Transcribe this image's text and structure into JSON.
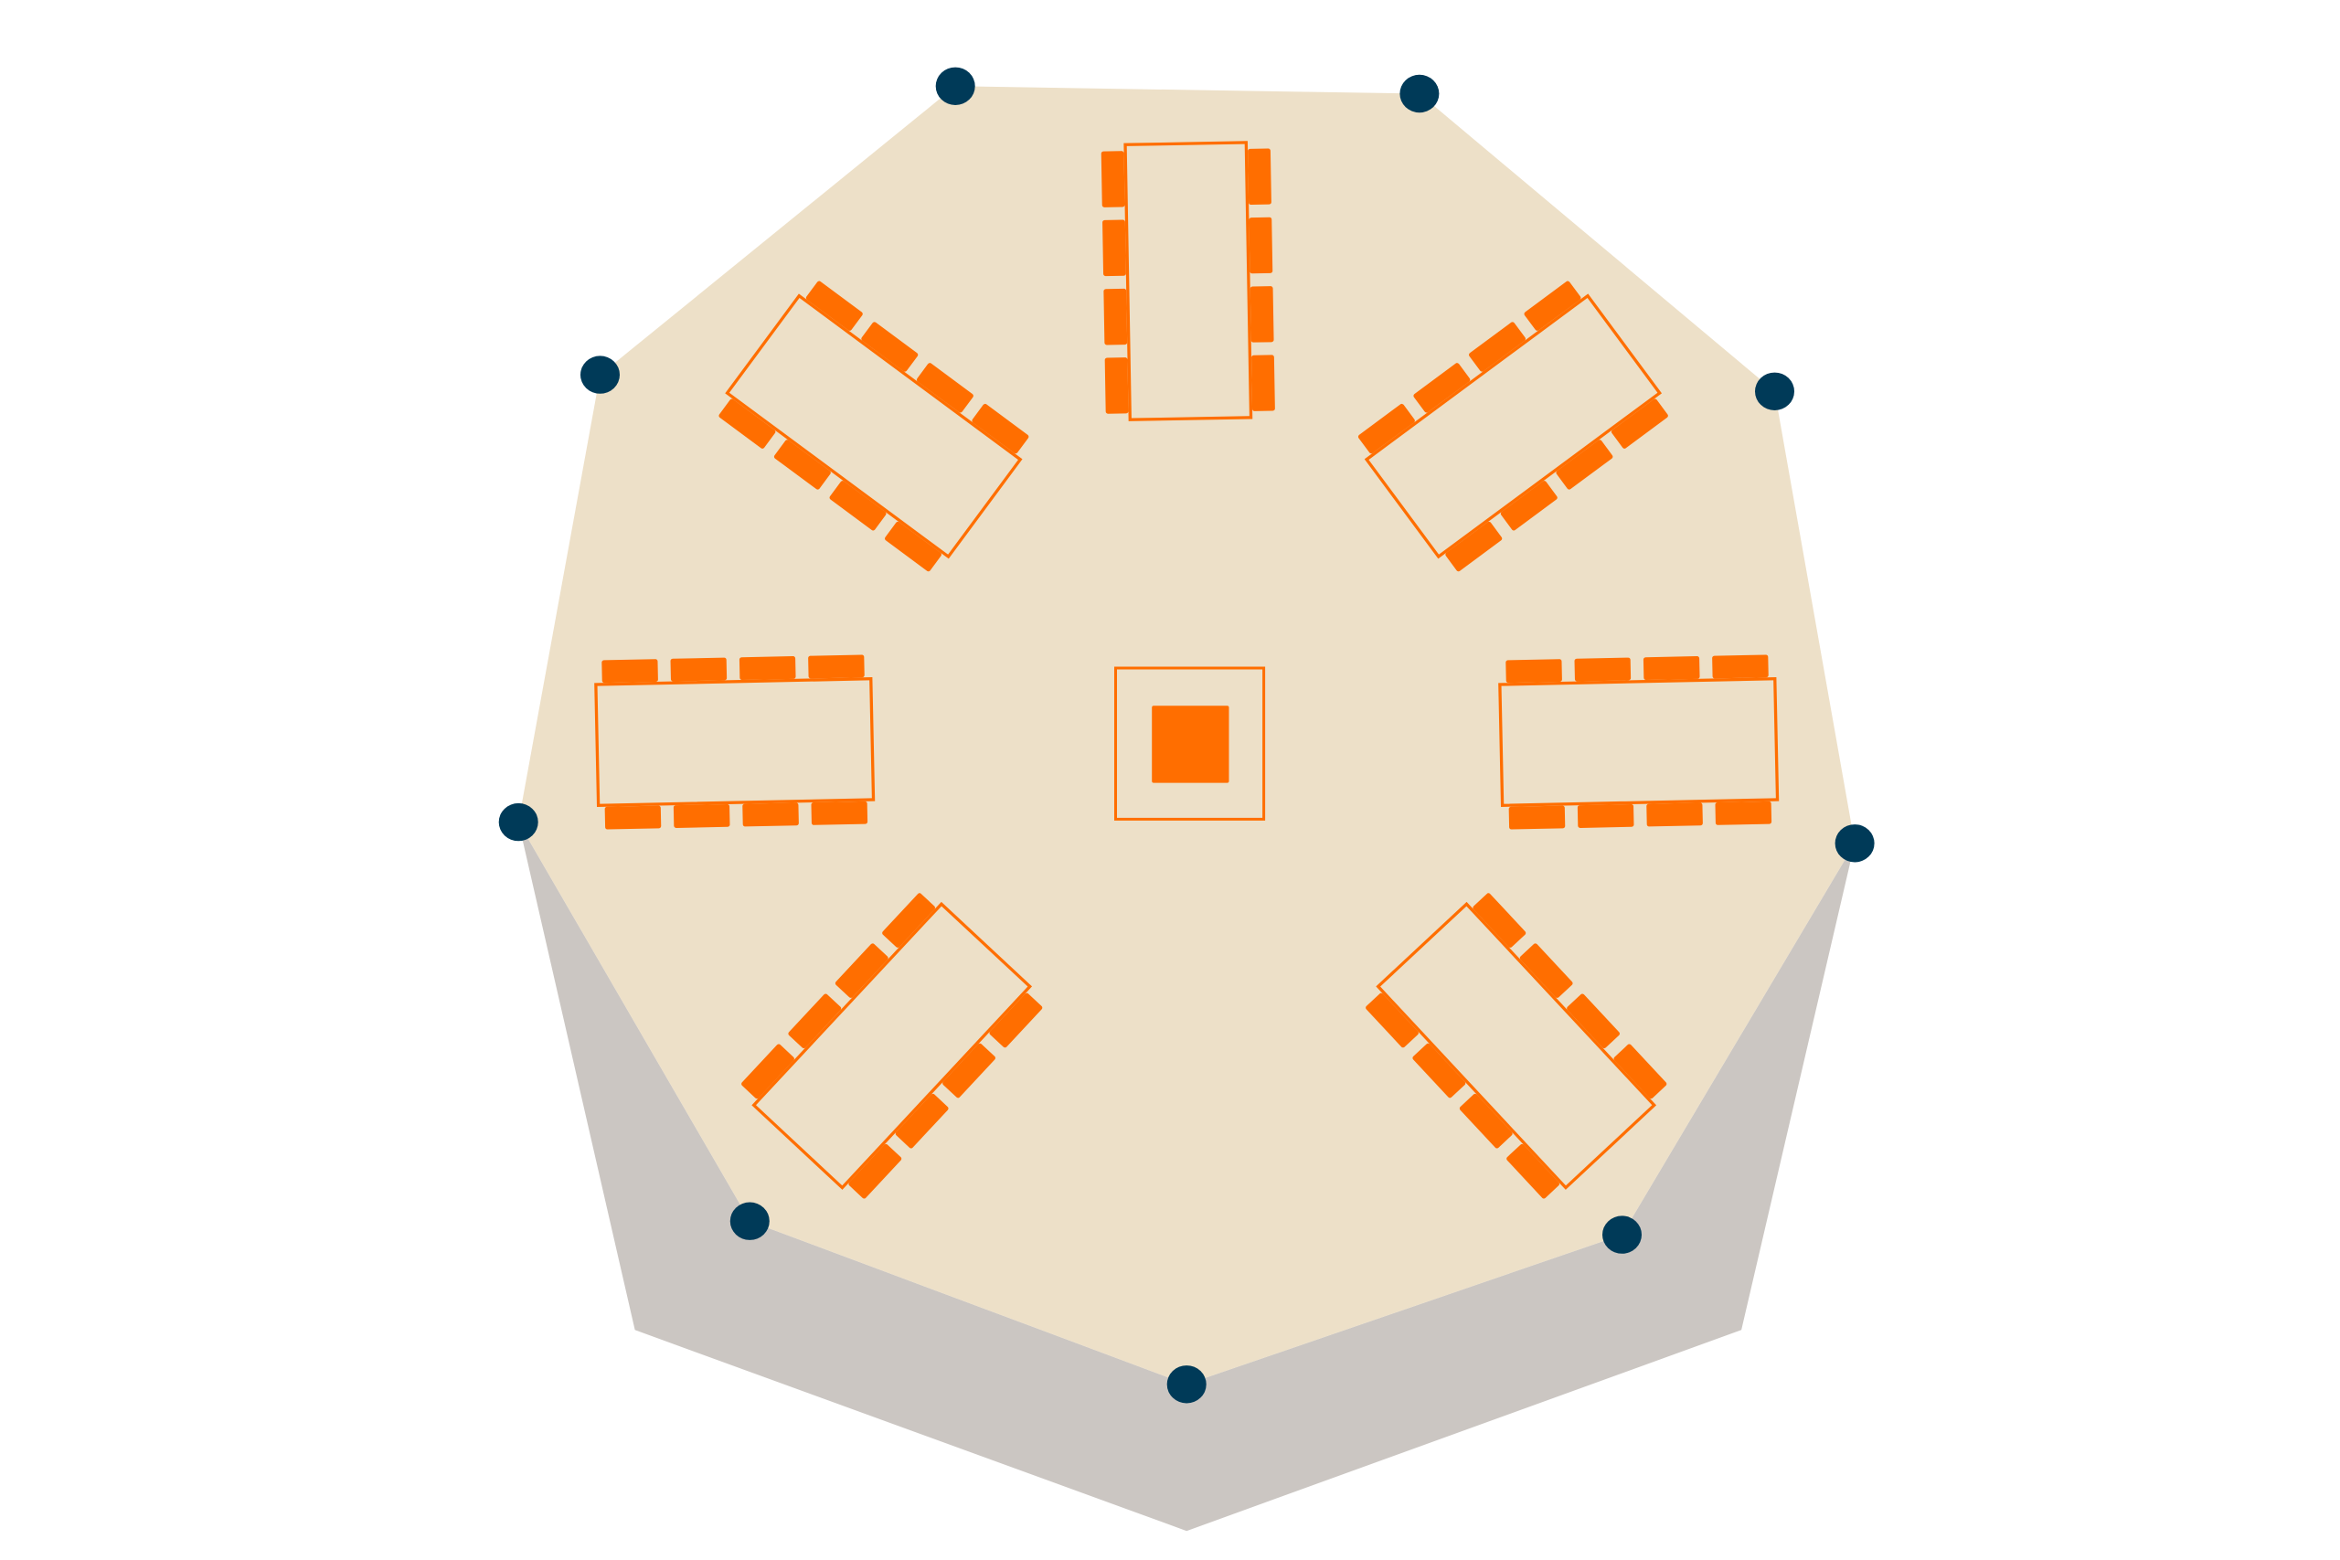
{
  "floor_plan": {
    "colors": {
      "background": "#ffffff",
      "floor_fill": "#ede0c8",
      "shadow_fill": "#cbc6c2",
      "table_stroke": "#ff6e00",
      "table_fill": "#ede0c8",
      "chair_fill": "#ff6e00",
      "centerpiece_fill": "#ff6e00",
      "vertex_fill": "#003a58"
    },
    "tables": [
      {
        "id": "north",
        "chairs_per_side": 4
      },
      {
        "id": "north-east",
        "chairs_per_side": 4
      },
      {
        "id": "east",
        "chairs_per_side": 4
      },
      {
        "id": "south-east",
        "chairs_per_side": 4
      },
      {
        "id": "south-west",
        "chairs_per_side": 4
      },
      {
        "id": "west",
        "chairs_per_side": 4
      },
      {
        "id": "north-west",
        "chairs_per_side": 4
      }
    ],
    "centerpiece": {
      "id": "center-station"
    },
    "vertex_markers_count": 9
  }
}
